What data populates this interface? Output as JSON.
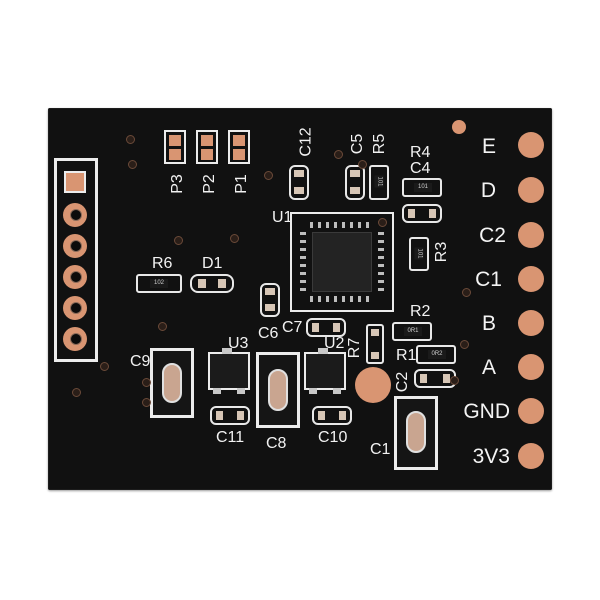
{
  "edge_labels": [
    "E",
    "D",
    "C2",
    "C1",
    "B",
    "A",
    "GND",
    "3V3"
  ],
  "silkscreen": {
    "P3": "P3",
    "P2": "P2",
    "P1": "P1",
    "C12": "C12",
    "C5": "C5",
    "R5": "R5",
    "R4": "R4",
    "C4": "C4",
    "U1": "U1",
    "R3": "R3",
    "R6": "R6",
    "D1": "D1",
    "C6": "C6",
    "C7": "C7",
    "R7": "R7",
    "R2": "R2",
    "R1": "R1",
    "C2": "C2",
    "C9": "C9",
    "U3": "U3",
    "U2": "U2",
    "C11": "C11",
    "C8": "C8",
    "C10": "C10",
    "C1": "C1"
  },
  "resistor_markings": {
    "R6": "102",
    "R5": "101",
    "R4": "101",
    "R3": "101",
    "R2": "0R1",
    "R1": "0R2"
  },
  "colors": {
    "board": "#111111",
    "copper": "#d99572",
    "silkscreen": "#f2f2f2"
  }
}
